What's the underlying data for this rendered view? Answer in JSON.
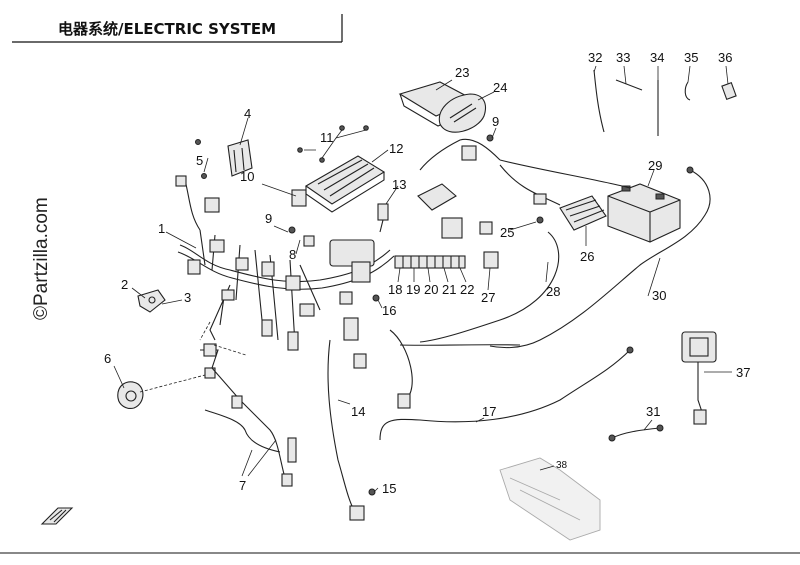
{
  "title": "电器系统/ELECTRIC SYSTEM",
  "watermark": "©Partzilla.com",
  "callouts": [
    {
      "id": "c1",
      "label": "1"
    },
    {
      "id": "c2",
      "label": "2"
    },
    {
      "id": "c3",
      "label": "3"
    },
    {
      "id": "c4",
      "label": "4"
    },
    {
      "id": "c5",
      "label": "5"
    },
    {
      "id": "c6",
      "label": "6"
    },
    {
      "id": "c7",
      "label": "7"
    },
    {
      "id": "c8",
      "label": "8"
    },
    {
      "id": "c9a",
      "label": "9"
    },
    {
      "id": "c9b",
      "label": "9"
    },
    {
      "id": "c10",
      "label": "10"
    },
    {
      "id": "c11",
      "label": "11"
    },
    {
      "id": "c12",
      "label": "12"
    },
    {
      "id": "c13",
      "label": "13"
    },
    {
      "id": "c14",
      "label": "14"
    },
    {
      "id": "c15",
      "label": "15"
    },
    {
      "id": "c16",
      "label": "16"
    },
    {
      "id": "c17",
      "label": "17"
    },
    {
      "id": "c18",
      "label": "18"
    },
    {
      "id": "c19",
      "label": "19"
    },
    {
      "id": "c20",
      "label": "20"
    },
    {
      "id": "c21",
      "label": "21"
    },
    {
      "id": "c22",
      "label": "22"
    },
    {
      "id": "c23",
      "label": "23"
    },
    {
      "id": "c24",
      "label": "24"
    },
    {
      "id": "c25",
      "label": "25"
    },
    {
      "id": "c26",
      "label": "26"
    },
    {
      "id": "c27",
      "label": "27"
    },
    {
      "id": "c28",
      "label": "28"
    },
    {
      "id": "c29",
      "label": "29"
    },
    {
      "id": "c30",
      "label": "30"
    },
    {
      "id": "c31",
      "label": "31"
    },
    {
      "id": "c32",
      "label": "32"
    },
    {
      "id": "c33",
      "label": "33"
    },
    {
      "id": "c34",
      "label": "34"
    },
    {
      "id": "c35",
      "label": "35"
    },
    {
      "id": "c36",
      "label": "36"
    },
    {
      "id": "c37",
      "label": "37"
    },
    {
      "id": "c38",
      "label": "38"
    }
  ]
}
